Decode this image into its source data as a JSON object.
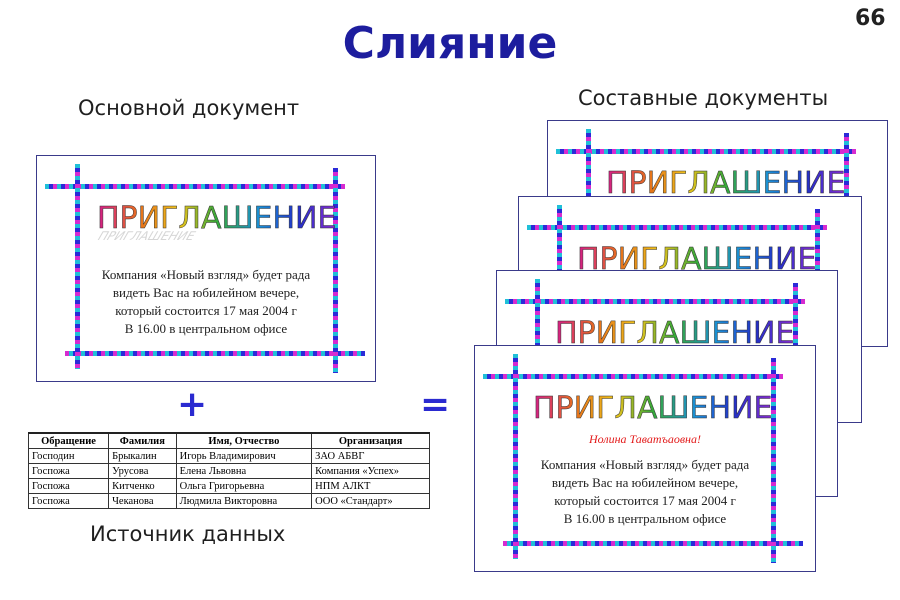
{
  "title": "Слияние",
  "page_number": "66",
  "labels": {
    "main_document": "Основной документ",
    "composite_documents": "Составные документы",
    "data_source": "Источник данных"
  },
  "operators": {
    "plus": "+",
    "equals": "="
  },
  "invitation": {
    "heading": "ПРИГЛАШЕНИЕ",
    "text_lines": [
      "Компания «Новый взгляд» будет рада",
      "видеть Вас на юбилейном вечере,",
      "который состоится 17 мая 2004 г",
      "В 16.00 в центральном офисе"
    ]
  },
  "merged_recipient": "Нолина Таватъаовна!",
  "table": {
    "headers": [
      "Обращение",
      "Фамилия",
      "Имя, Отчество",
      "Организация"
    ],
    "rows": [
      [
        "Господин",
        "Брыкалин",
        "Игорь Владимирович",
        "ЗАО АБВГ"
      ],
      [
        "Госпожа",
        "Урусова",
        "Елена Львовна",
        "Компания «Успех»"
      ],
      [
        "Госпожа",
        "Китченко",
        "Ольга Григорьевна",
        "НПМ АЛКТ"
      ],
      [
        "Госпожа",
        "Чеканова",
        "Людмила Викторовна",
        "ООО «Стандарт»"
      ]
    ]
  },
  "colors": {
    "title": "#1d1d9e",
    "operator": "#2a2ad0",
    "heading_gradient": [
      "#d41c8a",
      "#e5711a",
      "#f0c41a",
      "#36a838",
      "#1a8ed6",
      "#2330c8",
      "#8a2bd0"
    ],
    "border_colors": [
      "#2b2bd8",
      "#d62bd0",
      "#20c0d8",
      "#4444aa"
    ]
  }
}
